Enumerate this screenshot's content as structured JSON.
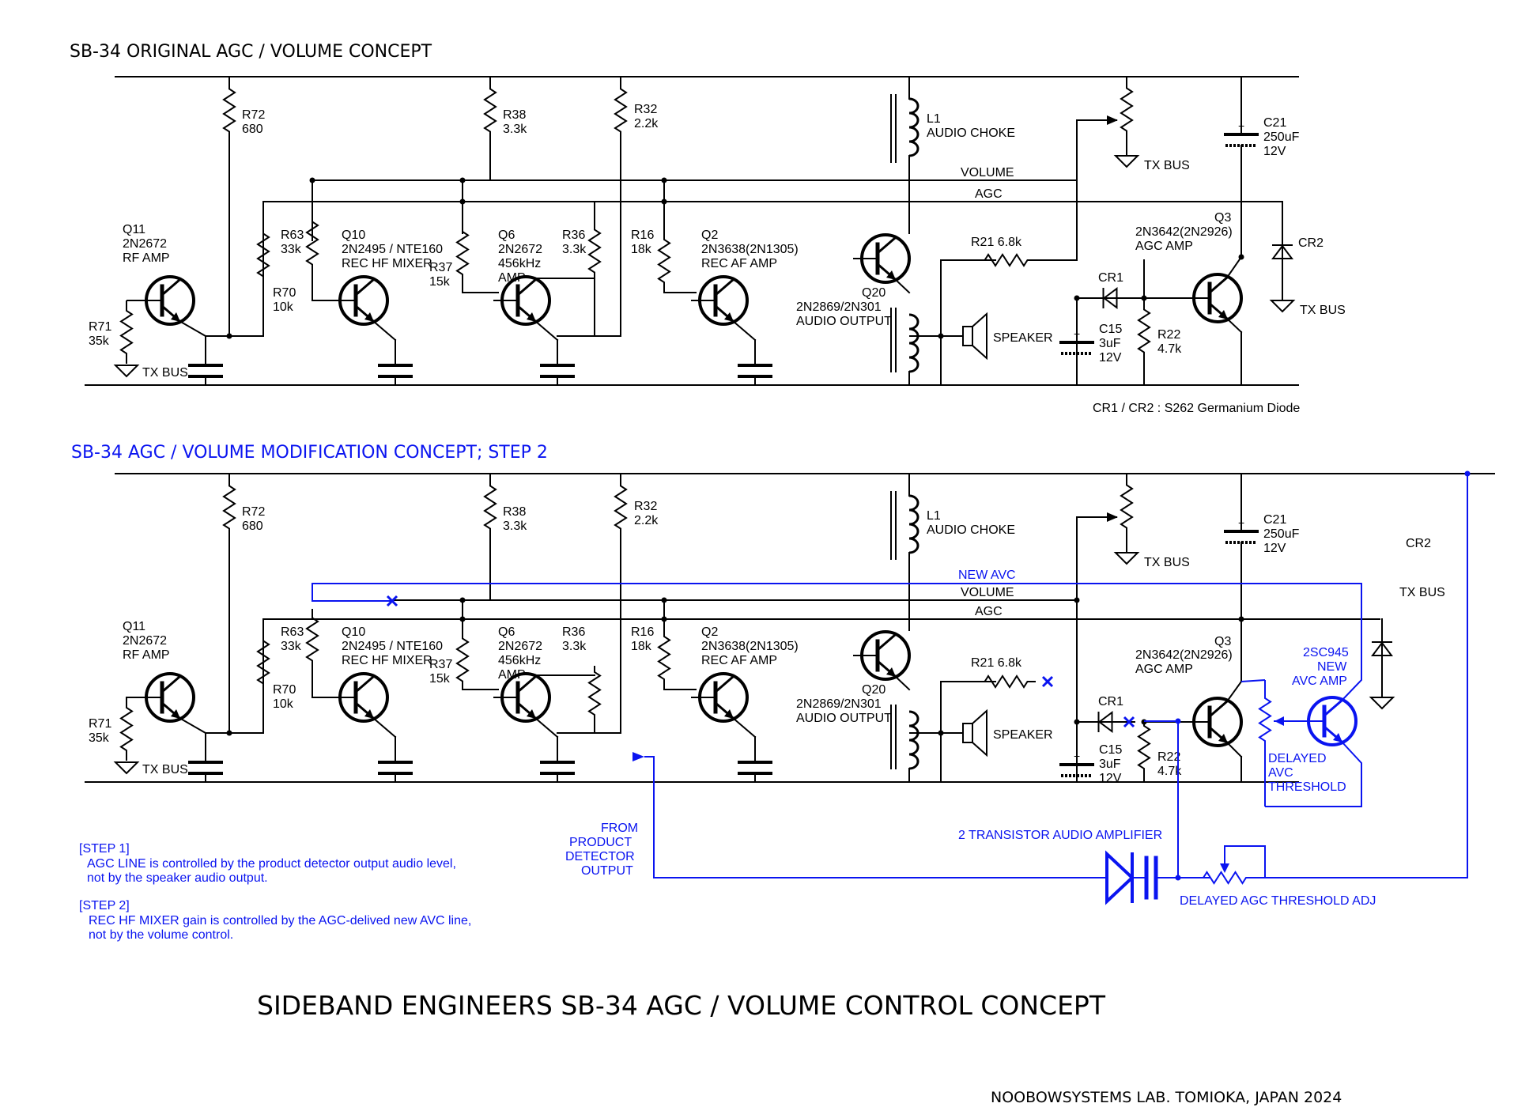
{
  "titles": {
    "top": "SB-34 ORIGINAL AGC / VOLUME CONCEPT",
    "bottom": "SB-34 AGC / VOLUME MODIFICATION CONCEPT; STEP 2",
    "main": "SIDEBAND ENGINEERS SB-34 AGC / VOLUME CONTROL CONCEPT",
    "credit": "NOOBOWSYSTEMS LAB. TOMIOKA, JAPAN 2024"
  },
  "colors": {
    "ink": "#000000",
    "mod": "#0a14f0"
  },
  "circuit": {
    "R72": [
      "R72",
      "680"
    ],
    "R38": [
      "R38",
      "3.3k"
    ],
    "R32": [
      "R32",
      "2.2k"
    ],
    "L1": [
      "L1",
      "AUDIO CHOKE"
    ],
    "C21": [
      "C21",
      "250uF",
      "12V"
    ],
    "volume": "VOLUME",
    "agc": "AGC",
    "Q11": [
      "Q11",
      "2N2672",
      "RF AMP"
    ],
    "R63": [
      "R63",
      "33k"
    ],
    "Q10": [
      "Q10",
      "2N2495 / NTE160",
      "REC HF MIXER"
    ],
    "R37": [
      "R37",
      "15k"
    ],
    "Q6": [
      "Q6",
      "2N2672",
      "456kHz",
      "AMP"
    ],
    "R36": [
      "R36",
      "3.3k"
    ],
    "R16": [
      "R16",
      "18k"
    ],
    "Q2": [
      "Q2",
      "2N3638(2N1305)",
      "REC AF AMP"
    ],
    "Q20": [
      "Q20",
      "2N2869/2N301",
      "AUDIO OUTPUT"
    ],
    "R21": [
      "R21  6.8k"
    ],
    "Q3": [
      "Q3",
      "2N3642(2N2926)",
      "AGC AMP"
    ],
    "CR2": [
      "CR2"
    ],
    "R70": [
      "R70",
      "10k"
    ],
    "R71": [
      "R71",
      "35k"
    ],
    "CR1": [
      "CR1"
    ],
    "C15": [
      "C15",
      "3uF",
      "12V"
    ],
    "R22": [
      "R22",
      "4.7k"
    ],
    "speaker": [
      "SPEAKER"
    ],
    "txbus": "TX BUS"
  },
  "top_note": "CR1 / CR2 : S262 Germanium Diode",
  "mod": {
    "new_avc": "NEW AVC",
    "q_new": [
      "2SC945",
      "NEW",
      "AVC AMP"
    ],
    "delayed_avc": [
      "DELAYED",
      "AVC",
      "THRESHOLD"
    ],
    "from_product": [
      "FROM",
      "PRODUCT",
      "DETECTOR",
      "OUTPUT"
    ],
    "amp_label": "2 TRANSISTOR AUDIO AMPLIFIER",
    "threshold_adj": "DELAYED AGC THRESHOLD ADJ"
  },
  "notes": {
    "step1_title": "[STEP 1]",
    "step1_line1": "AGC LINE is controlled by the product detector output audio level,",
    "step1_line2": "not by the speaker audio output.",
    "step2_title": "[STEP 2]",
    "step2_line1": "REC HF MIXER gain is controlled by the AGC-delived new AVC line,",
    "step2_line2": "not by the volume control."
  }
}
